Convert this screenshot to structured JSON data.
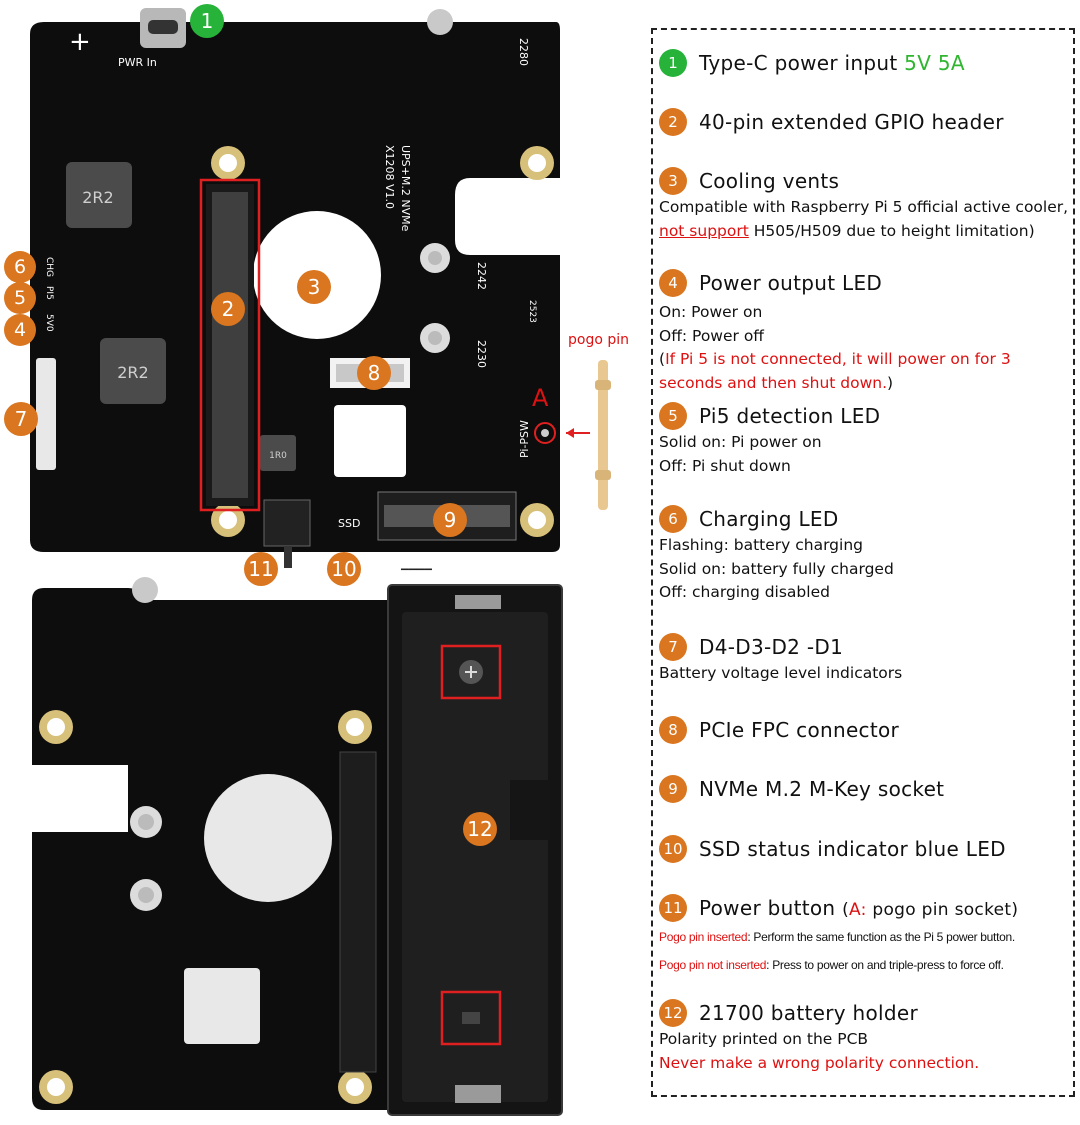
{
  "board_labels": {
    "pwr_in": "PWR In",
    "plus": "+",
    "size_2280": "2280",
    "size_2242": "2242",
    "size_2230": "2230",
    "board_name_1": "X1208 V1.0",
    "board_name_2": "UPS+M.2 NVMe",
    "inductor": "2R2",
    "inductor_small": "1R0",
    "chg": "CHG",
    "pi5": "PI5",
    "v5": "5V0",
    "pi_psw": "Pi-PSW",
    "ssd": "SSD",
    "code_2523": "2523",
    "pogo_pin": "pogo pin",
    "a_letter": "A"
  },
  "markers": [
    "1",
    "2",
    "3",
    "4",
    "5",
    "6",
    "7",
    "8",
    "9",
    "10",
    "11",
    "12"
  ],
  "legend": [
    {
      "num": "1",
      "title": "Type-C power input",
      "title_highlight": "5V 5A"
    },
    {
      "num": "2",
      "title": "40-pin extended GPIO header"
    },
    {
      "num": "3",
      "title": "Cooling vents",
      "desc_1": "Compatible with Raspberry Pi 5 official active cooler,",
      "desc_2_red": "not support",
      "desc_2_rest": " H505/H509 due to height limitation)"
    },
    {
      "num": "4",
      "title": "Power output LED",
      "desc_1": "On: Power on",
      "desc_2": "Off: Power off",
      "desc_3_prefix": "(",
      "desc_3_red": "If Pi 5 is not connected, it will power on for 3",
      "desc_4_red": "seconds and then shut down.",
      "desc_4_suffix": ")"
    },
    {
      "num": "5",
      "title": "Pi5 detection LED",
      "desc_1": "Solid on: Pi power on",
      "desc_2": "Off: Pi shut down"
    },
    {
      "num": "6",
      "title": "Charging LED",
      "desc_1": "Flashing: battery charging",
      "desc_2": "Solid on: battery fully charged",
      "desc_3": "Off: charging disabled"
    },
    {
      "num": "7",
      "title": "D4-D3-D2 -D1",
      "desc_1": "Battery voltage level indicators"
    },
    {
      "num": "8",
      "title": "PCIe FPC connector"
    },
    {
      "num": "9",
      "title": "NVMe M.2 M-Key socket"
    },
    {
      "num": "10",
      "title": "SSD status indicator blue LED"
    },
    {
      "num": "11",
      "title": "Power button",
      "title_note_prefix": "(",
      "title_note_a": "A:",
      "title_note_rest": " pogo pin socket)",
      "desc_1_red": "Pogo pin inserted",
      "desc_1_rest": ": Perform the same function as the Pi 5 power button.",
      "desc_2_red": "Pogo pin not inserted",
      "desc_2_rest": ": Press to power on and triple-press to force off."
    },
    {
      "num": "12",
      "title": "21700 battery holder",
      "desc_1": "Polarity printed on the PCB",
      "desc_2_red": "Never make a wrong polarity connection."
    }
  ],
  "colors": {
    "marker": "#d9761f",
    "marker_green": "#27b33a",
    "accent_red": "#dd1111",
    "pcb": "#0d0d0d"
  }
}
